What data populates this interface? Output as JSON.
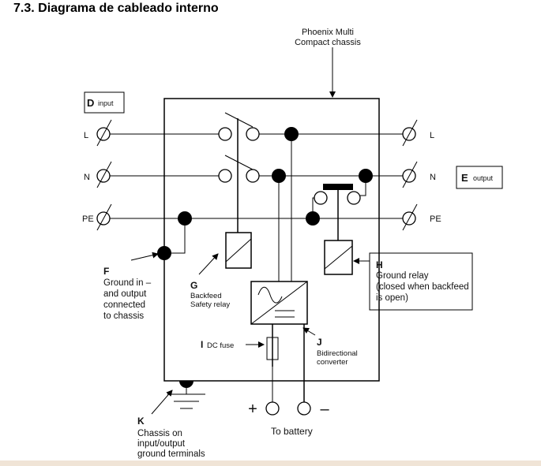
{
  "section_title": "7.3. Diagrama de cableado interno",
  "chassis_label": [
    "Phoenix Multi",
    "Compact chassis"
  ],
  "input_box": {
    "letter": "D",
    "label": "input"
  },
  "output_box": {
    "letter": "E",
    "label": "output"
  },
  "lines": {
    "l": "L",
    "n": "N",
    "pe": "PE"
  },
  "callouts": {
    "f": {
      "letter": "F",
      "lines": [
        "Ground in –",
        "and output",
        "connected",
        "to chassis"
      ]
    },
    "g": {
      "letter": "G",
      "lines": [
        "Backfeed",
        "Safety relay"
      ]
    },
    "h": {
      "letter": "H",
      "lines": [
        "Ground relay",
        "(closed when backfeed",
        "is open)"
      ]
    },
    "i": {
      "letter": "I",
      "label": "DC fuse"
    },
    "j": {
      "letter": "J",
      "lines": [
        "Bidirectional",
        "converter"
      ]
    },
    "k": {
      "letter": "K",
      "lines": [
        "Chassis on",
        "input/output",
        "ground terminals"
      ]
    }
  },
  "battery": {
    "plus": "+",
    "minus": "–",
    "label": "To battery"
  }
}
